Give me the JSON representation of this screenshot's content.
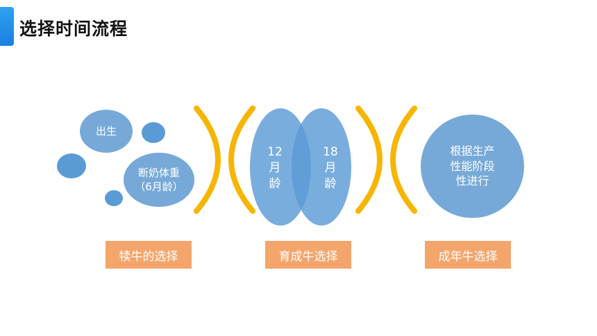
{
  "title": "选择时间流程",
  "colors": {
    "accent": "#1a7fe0",
    "bubble_light": "#77a9d8",
    "bubble_mid": "#5b9bd5",
    "bracket": "#f7b500",
    "label_bg": "#f4a56c"
  },
  "group1": {
    "birth": "出生",
    "weaning_line1": "断奶体重",
    "weaning_line2": "（6月龄）",
    "label": "犊牛的选择"
  },
  "group2": {
    "left_line1": "12",
    "left_line2": "月",
    "left_line3": "龄",
    "right_line1": "18",
    "right_line2": "月",
    "right_line3": "龄",
    "label": "育成牛选择"
  },
  "group3": {
    "line1": "根据生产",
    "line2": "性能阶段",
    "line3": "性进行",
    "label": "成年牛选择"
  }
}
